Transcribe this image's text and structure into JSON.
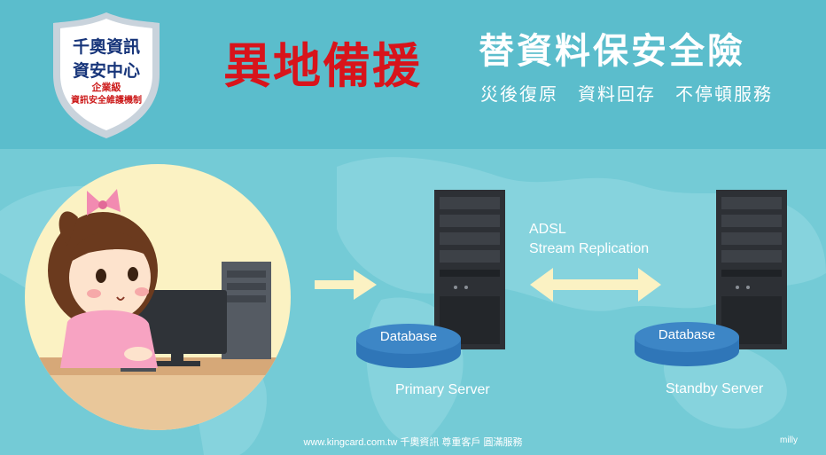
{
  "badge": {
    "line1": "千奧資訊",
    "line2": "資安中心",
    "line3": "企業級",
    "line4": "資訊安全維護機制"
  },
  "title_main": "異地備援",
  "title_right": "替資料保安全險",
  "subtitle_right": "災後復原　資料回存　不停頓服務",
  "diagram": {
    "primary_db_label": "Database",
    "standby_db_label": "Database",
    "link_label_line1": "ADSL",
    "link_label_line2": "Stream Replication",
    "primary_server_label": "Primary Server",
    "standby_server_label": "Standby Server"
  },
  "footer": "www.kingcard.com.tw 千奧資訊 尊重客戶 圓滿服務",
  "signature": "milly",
  "colors": {
    "header_bg": "#5bbdcc",
    "main_bg": "#74cbd6",
    "title_red": "#d8141b",
    "badge_blue": "#17357a",
    "arrow_yellow": "#fbf2c3",
    "db_blue": "#3d86c6"
  }
}
